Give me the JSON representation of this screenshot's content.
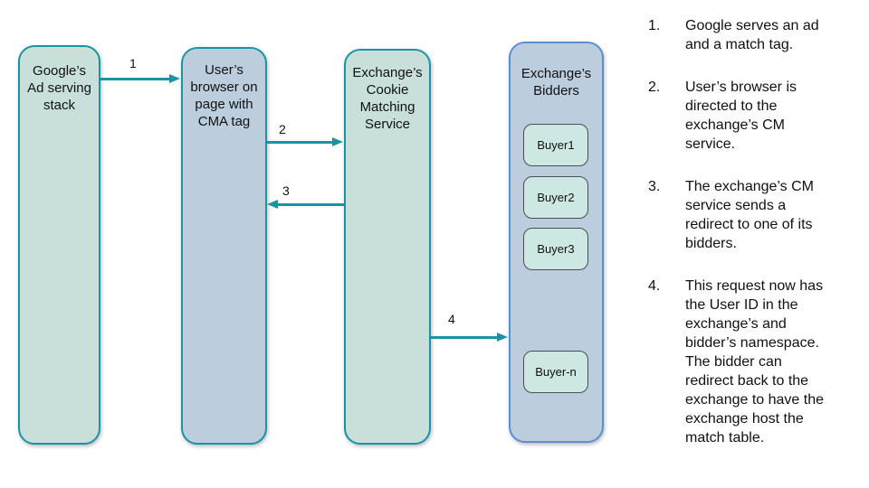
{
  "colors": {
    "teal_border": "#1895a5",
    "green_fill": "#c8e0d9",
    "blue_fill": "#bccddd",
    "bidders_border": "#5b8fd4",
    "buyer_fill": "#cde8e2",
    "buyer_border": "#4d4d4d",
    "arrow": "#1895a5",
    "text": "#111111",
    "background": "#ffffff"
  },
  "diagram": {
    "nodes": [
      {
        "label": "Google’s\nAd serving\nstack"
      },
      {
        "label": "User’s\nbrowser on\npage with\nCMA tag"
      },
      {
        "label": "Exchange’s\nCookie\nMatching\nService"
      },
      {
        "label": "Exchange’s\nBidders"
      }
    ],
    "buyers": [
      {
        "label": "Buyer1"
      },
      {
        "label": "Buyer2"
      },
      {
        "label": "Buyer3"
      },
      {
        "label": "Buyer-n"
      }
    ],
    "arrows": [
      {
        "label": "1"
      },
      {
        "label": "2"
      },
      {
        "label": "3"
      },
      {
        "label": "4"
      }
    ]
  },
  "steps": [
    {
      "num": "1.",
      "text": "Google serves an ad\nand a match tag."
    },
    {
      "num": "2.",
      "text": "User’s browser is\ndirected to the\nexchange’s CM\nservice."
    },
    {
      "num": "3.",
      "text": "The exchange’s CM\nservice sends a\nredirect to one of its\nbidders."
    },
    {
      "num": "4.",
      "text": "This request now has\nthe User ID in the\nexchange’s and\nbidder’s namespace.\nThe bidder can\nredirect back to the\nexchange to have the\nexchange host the\nmatch table."
    }
  ]
}
